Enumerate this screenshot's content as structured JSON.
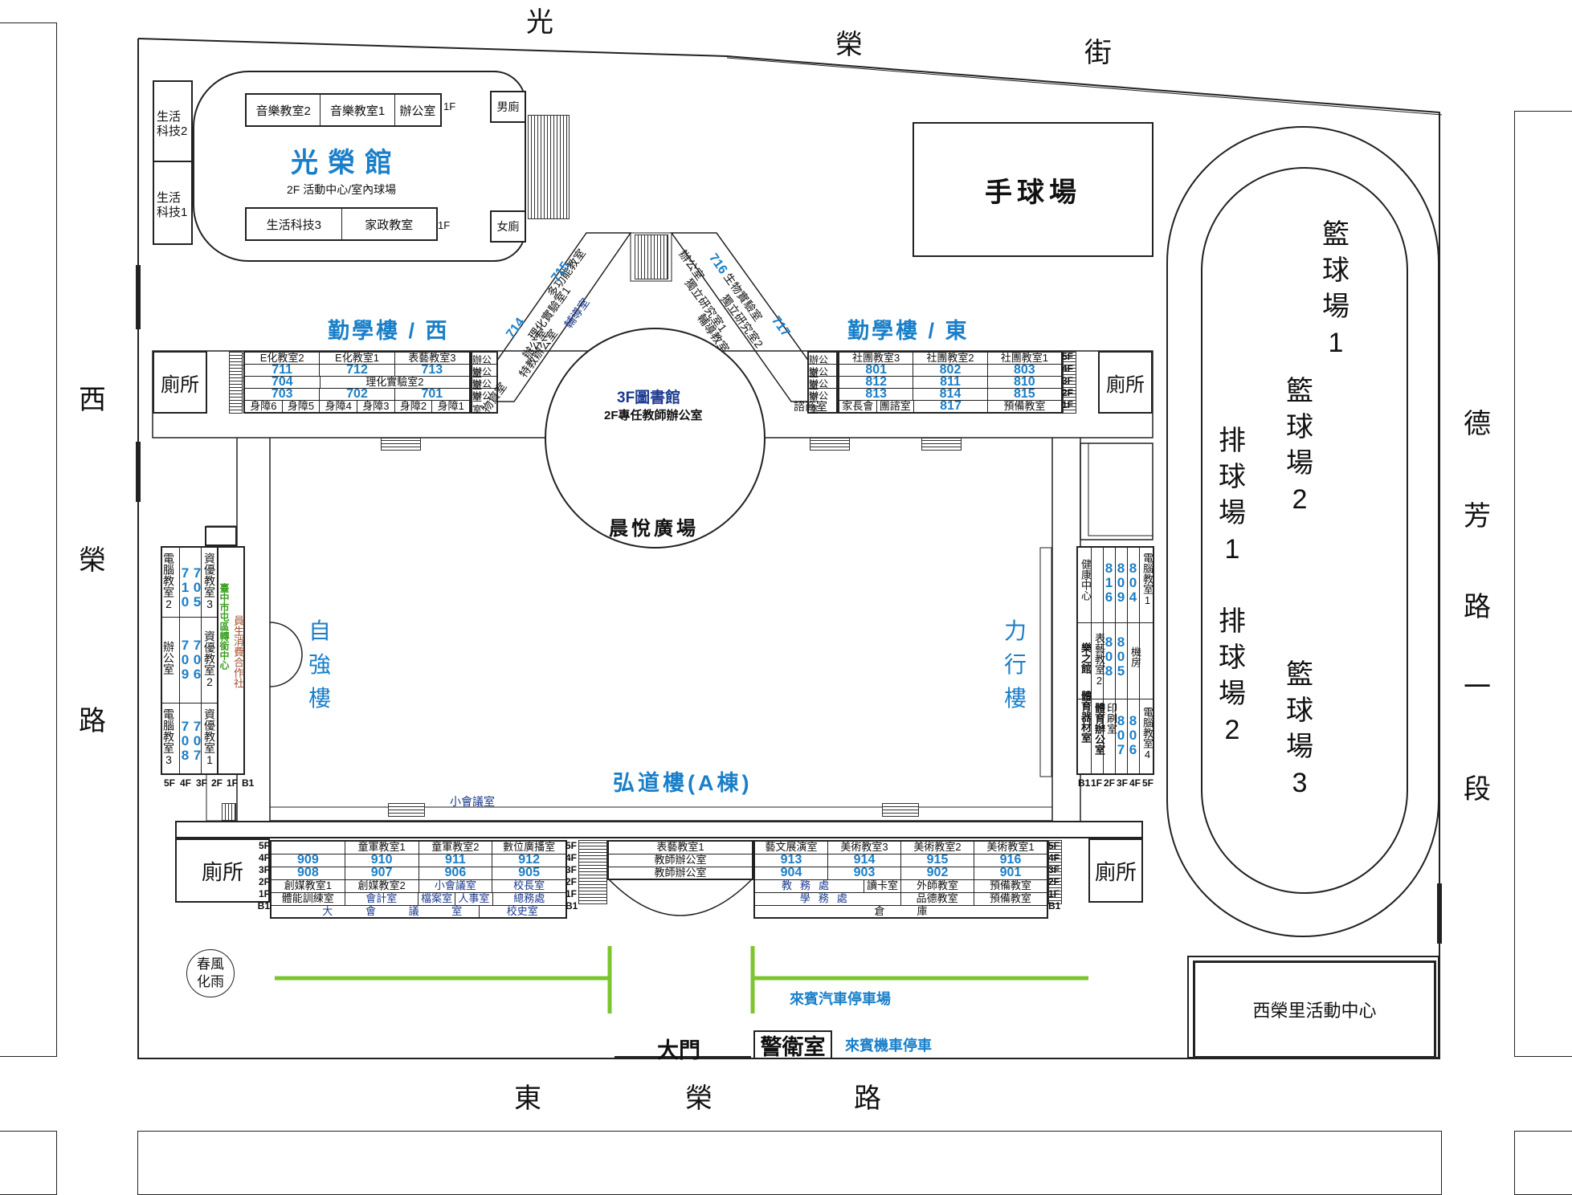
{
  "streets": {
    "north": [
      "光",
      "榮",
      "街"
    ],
    "west": [
      "西",
      "榮",
      "路"
    ],
    "east": [
      "德",
      "芳",
      "路",
      "一",
      "段"
    ],
    "south": [
      "東",
      "榮",
      "路"
    ]
  },
  "guangrong_hall": {
    "title": "光榮館",
    "subtitle": "2F 活動中心/室內球場",
    "rooms_top": [
      "音樂教室2",
      "音樂教室1",
      "辦公室"
    ],
    "rooms_bottom": [
      "生活科技3",
      "家政教室"
    ],
    "floor_top": "1F",
    "floor_bottom": "1F",
    "left_rooms": [
      "生活\n科技2",
      "生活\n科技1"
    ],
    "mens_restroom": "男廁",
    "womens_restroom": "女廁"
  },
  "handball_court": "手球場",
  "track": {
    "basketball1": [
      "籃",
      "球",
      "場",
      "1"
    ],
    "basketball2": [
      "籃",
      "球",
      "場",
      "2"
    ],
    "basketball3": [
      "籃",
      "球",
      "場",
      "3"
    ],
    "volleyball1": [
      "排",
      "球",
      "場",
      "1"
    ],
    "volleyball2": [
      "排",
      "球",
      "場",
      "2"
    ]
  },
  "qinxue_west": {
    "title": "勤學樓 / 西",
    "restroom": "廁所",
    "floors": [
      "5F",
      "4F",
      "3F",
      "2F",
      "1F"
    ],
    "rows": [
      [
        "E化教室2",
        "E化教室1",
        "表藝教室3"
      ],
      [
        "711",
        "712",
        "713"
      ],
      [
        "704",
        "理化實驗室2",
        ""
      ],
      [
        "703",
        "702",
        "701"
      ],
      [
        "身障6",
        "身障5",
        "身障4",
        "身障3",
        "身障2",
        "身障1"
      ]
    ],
    "diag_cells": [
      "辦公室",
      "辦公室",
      "辦公室",
      "辦公室",
      "物資室"
    ],
    "diag_rooms": [
      "714",
      "715",
      "理化實驗室1",
      "多功能教室",
      "辦公室",
      "特教辦公室",
      "輔導室"
    ]
  },
  "qinxue_east": {
    "title": "勤學樓 / 東",
    "restroom": "廁所",
    "floors": [
      "5F",
      "4F",
      "3F",
      "2F",
      "1F"
    ],
    "rows": [
      [
        "社團教室3",
        "社團教室2",
        "社團教室1"
      ],
      [
        "801",
        "802",
        "803"
      ],
      [
        "812",
        "811",
        "810"
      ],
      [
        "813",
        "814",
        "815"
      ],
      [
        "家長會",
        "團諮室",
        "817",
        "預備教室"
      ]
    ],
    "diag_cells": [
      "辦公室",
      "辦公室",
      "辦公室",
      "辦公室",
      "諮商室"
    ],
    "diag_rooms": [
      "716",
      "717",
      "辦公室",
      "獨立研究室1",
      "生物實驗室",
      "獨立研究室2",
      "輔導教室"
    ]
  },
  "library": {
    "line1": "3F圖書館",
    "line2": "2F專任教師辦公室"
  },
  "plaza": "晨悅廣場",
  "ziqiang": [
    "自",
    "強",
    "樓"
  ],
  "lixing": [
    "力",
    "行",
    "樓"
  ],
  "hongdao": "弘道樓(A棟)",
  "small_meeting": "小會議室",
  "west_wing": {
    "col1": [
      "電腦教室2",
      "辦公室",
      "電腦教室3"
    ],
    "col2": [
      "710",
      "709",
      "708"
    ],
    "col3": [
      "705",
      "706",
      "707"
    ],
    "col4": [
      "資優教室3",
      "資優教室2",
      "資優教室1"
    ],
    "green": "臺中市屯區轉銜中心",
    "brown": "員生消費合作社",
    "floors": [
      "5F",
      "4F",
      "3F",
      "2F",
      "1F",
      "B1"
    ]
  },
  "east_wing": {
    "col1": [
      "健康中心",
      "樂之館",
      "體育器材室"
    ],
    "col2": [
      "表藝教室2",
      "體育辦公室"
    ],
    "col3": [
      "816",
      "808",
      "印刷室"
    ],
    "col4": [
      "809",
      "805",
      "807"
    ],
    "col5": [
      "804",
      "機房",
      "806"
    ],
    "col6": [
      "電腦教室1",
      "電腦教室4"
    ],
    "floors": [
      "B1",
      "1F",
      "2F",
      "3F",
      "4F",
      "5F"
    ]
  },
  "south_building": {
    "restroom": "廁所",
    "floors": [
      "5F",
      "4F",
      "3F",
      "2F",
      "1F",
      "B1"
    ],
    "left_rows": [
      [
        "",
        "童軍教室1",
        "童軍教室2",
        "數位廣播室"
      ],
      [
        "909",
        "910",
        "911",
        "912"
      ],
      [
        "908",
        "907",
        "906",
        "905"
      ],
      [
        "創媒教室1",
        "創媒教室2",
        "小會議室",
        "校長室"
      ],
      [
        "體能訓練室",
        "會計室",
        "檔案室",
        "人事室",
        "總務處"
      ],
      [
        "大",
        "會",
        "議",
        "室",
        "校史室"
      ]
    ],
    "center_rows": [
      "表藝教室1",
      "教師辦公室",
      "教師辦公室"
    ],
    "right_rows": [
      [
        "藝文展演室",
        "美術教室3",
        "美術教室2",
        "美術教室1"
      ],
      [
        "913",
        "914",
        "915",
        "916"
      ],
      [
        "904",
        "903",
        "902",
        "901"
      ],
      [
        "教務處",
        "讀卡室",
        "外師教室",
        "預備教室"
      ],
      [
        "學務處",
        "品德教室",
        "預備教室"
      ],
      [
        "倉",
        "庫"
      ]
    ]
  },
  "spring_breeze": "春風\n化雨",
  "guest_car_parking": "來賓汽車停車場",
  "guest_moto_parking": "來賓機車停車",
  "main_gate": "大門",
  "guard_room": "警衛室",
  "xirong_center": "西榮里活動中心",
  "colors": {
    "blue": "#1a7fc9",
    "dark_blue": "#1b3a8f",
    "green": "#7dc52e",
    "brown": "#a0522d"
  }
}
